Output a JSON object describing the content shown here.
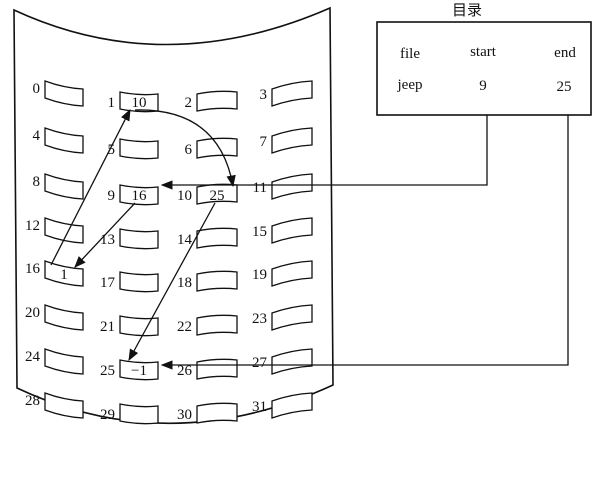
{
  "directory": {
    "title": "目录",
    "headers": [
      "file",
      "start",
      "end"
    ],
    "rows": [
      [
        "jeep",
        "9",
        "25"
      ]
    ]
  },
  "disk": {
    "block_count": 32,
    "columns": 4,
    "blocks": [
      {
        "id": "0",
        "value": ""
      },
      {
        "id": "1",
        "value": "10"
      },
      {
        "id": "2",
        "value": ""
      },
      {
        "id": "3",
        "value": ""
      },
      {
        "id": "4",
        "value": ""
      },
      {
        "id": "5",
        "value": ""
      },
      {
        "id": "6",
        "value": ""
      },
      {
        "id": "7",
        "value": ""
      },
      {
        "id": "8",
        "value": ""
      },
      {
        "id": "9",
        "value": "16"
      },
      {
        "id": "10",
        "value": "25"
      },
      {
        "id": "11",
        "value": ""
      },
      {
        "id": "12",
        "value": ""
      },
      {
        "id": "13",
        "value": ""
      },
      {
        "id": "14",
        "value": ""
      },
      {
        "id": "15",
        "value": ""
      },
      {
        "id": "16",
        "value": "1"
      },
      {
        "id": "17",
        "value": ""
      },
      {
        "id": "18",
        "value": ""
      },
      {
        "id": "19",
        "value": ""
      },
      {
        "id": "20",
        "value": ""
      },
      {
        "id": "21",
        "value": ""
      },
      {
        "id": "22",
        "value": ""
      },
      {
        "id": "23",
        "value": ""
      },
      {
        "id": "24",
        "value": ""
      },
      {
        "id": "25",
        "value": "-1"
      },
      {
        "id": "26",
        "value": ""
      },
      {
        "id": "27",
        "value": ""
      },
      {
        "id": "28",
        "value": ""
      },
      {
        "id": "29",
        "value": ""
      },
      {
        "id": "30",
        "value": ""
      },
      {
        "id": "31",
        "value": ""
      }
    ]
  },
  "links": [
    {
      "from": "9",
      "to": "16"
    },
    {
      "from": "16",
      "to": "1"
    },
    {
      "from": "1",
      "to": "10"
    },
    {
      "from": "10",
      "to": "25"
    }
  ],
  "pointers": [
    {
      "from": "start",
      "to": "9"
    },
    {
      "from": "end",
      "to": "25"
    }
  ]
}
